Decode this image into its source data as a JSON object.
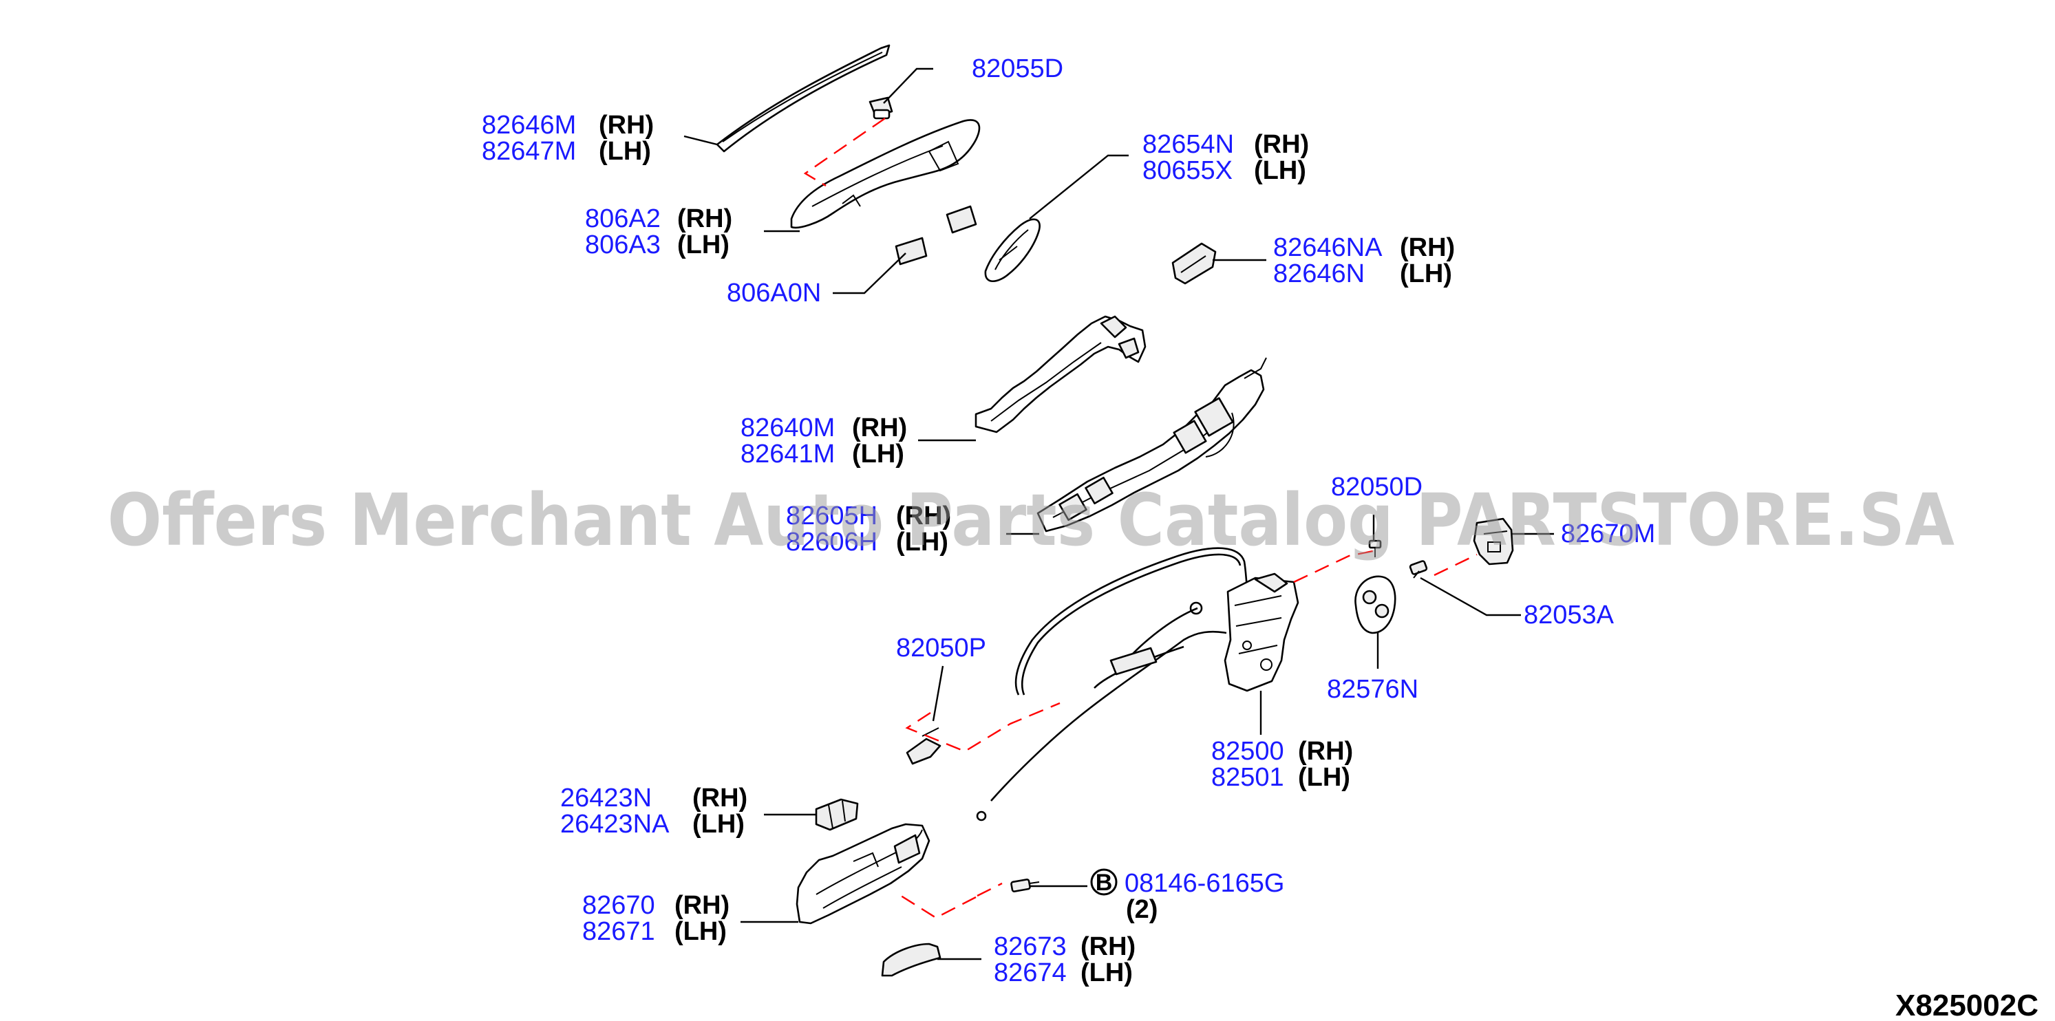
{
  "watermark": "Offers Merchant Auto Parts Catalog PARTSTORE.SA",
  "diagram_code": "X825002C",
  "callouts": {
    "c82055d": {
      "a": "82055D"
    },
    "c82646m": {
      "a": "82646M",
      "as": "(RH)",
      "b": "82647M",
      "bs": "(LH)"
    },
    "c82654n": {
      "a": "82654N",
      "as": "(RH)",
      "b": "80655X",
      "bs": "(LH)"
    },
    "c806a2": {
      "a": "806A2",
      "as": "(RH)",
      "b": "806A3",
      "bs": "(LH)"
    },
    "c82646na": {
      "a": "82646NA",
      "as": "(RH)",
      "b": "82646N",
      "bs": "(LH)"
    },
    "c806a0n": {
      "a": "806A0N"
    },
    "c82640m": {
      "a": "82640M",
      "as": "(RH)",
      "b": "82641M",
      "bs": "(LH)"
    },
    "c82605h": {
      "a": "82605H",
      "as": "(RH)",
      "b": "82606H",
      "bs": "(LH)"
    },
    "c82050d": {
      "a": "82050D"
    },
    "c82670m": {
      "a": "82670M"
    },
    "c82053a": {
      "a": "82053A"
    },
    "c82576n": {
      "a": "82576N"
    },
    "c82050p": {
      "a": "82050P"
    },
    "c82500": {
      "a": "82500",
      "as": "(RH)",
      "b": "82501",
      "bs": "(LH)"
    },
    "c26423n": {
      "a": "26423N",
      "as": "(RH)",
      "b": "26423NA",
      "bs": "(LH)"
    },
    "c08146": {
      "badge": "B",
      "a": "08146-6165G",
      "qty": "(2)"
    },
    "c82670": {
      "a": "82670",
      "as": "(RH)",
      "b": "82671",
      "bs": "(LH)"
    },
    "c82673": {
      "a": "82673",
      "as": "(RH)",
      "b": "82674",
      "bs": "(LH)"
    }
  }
}
